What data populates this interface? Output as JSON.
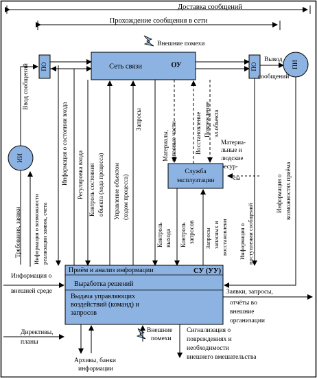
{
  "colors": {
    "block_fill": "#8db3e2",
    "line": "#000000",
    "background": "#ffffff"
  },
  "top": {
    "delivery": "Доставка сообщений",
    "passage": "Прохождение сообщения в сети",
    "noise": "Внешние помехи"
  },
  "nodes": {
    "ii_left": "ИИ",
    "ii_right": "ПИ",
    "po_left": "ПО",
    "po_right": "ПО",
    "network": "Сеть связи",
    "network_ou": "ОУ",
    "service_line1": "Служба",
    "service_line2": "эксплуатации",
    "control_header": "Приём и анализ информации",
    "control_su": "СУ (УУ)",
    "control_decisions": "Выработка решений",
    "control_actions_1": "Выдача управляющих",
    "control_actions_2": "воздействий (команд) и",
    "control_actions_3": "запросов"
  },
  "labels": {
    "input_messages": "Ввод сообщений",
    "output_1": "Вывод",
    "output_2": "сообщений",
    "info_input_state": "Информация о состоянии входа",
    "input_regulation": "Регулировка входа",
    "state_control_1": "Контроль состояния",
    "state_control_2": "объекта (хода процесса)",
    "object_control_1": "Управление объектом",
    "object_control_2": "(ходом процесса)",
    "requests": "Запросы",
    "materials_1": "Материалы,",
    "materials_2": "запасные части",
    "recovery": "Восстановление",
    "damage_1": "Повреждение",
    "damage_2": "эл.объекта",
    "resources_1": "Материа-",
    "resources_2": "льные и",
    "resources_3": "людские",
    "resources_4": "ресур-",
    "resources_5": "сы",
    "info_reception_1": "Информация о",
    "info_reception_2": "возможностях приёма",
    "demands": "Требования, заявки",
    "possibility_1": "Информация о возможности",
    "possibility_2": "реализации заявок, счета",
    "output_control_1": "Контроль",
    "output_control_2": "выхода",
    "requests_control_1": "Контроль",
    "requests_control_2": "запросов",
    "repair_requests_1": "Запросы",
    "repair_requests_2": "запасных и",
    "repair_requests_3": "восстановлени",
    "receipt_info_1": "Информация о",
    "receipt_info_2": "поступлении сообщений",
    "env_info_1": "Информация о",
    "env_info_2": "внешней среде",
    "directives_1": "Директивы,",
    "directives_2": "планы",
    "archives_1": "Архивы, банки",
    "archives_2": "информации",
    "noise_bottom_1": "Внешние",
    "noise_bottom_2": "помехи",
    "signal_1": "Сигнализация о",
    "signal_2": "повреждениях и",
    "signal_3": "необходимости",
    "signal_4": "внешнего вмешательства",
    "orders_1": "Заявки, запросы,",
    "orders_2": "отчёты во",
    "orders_3": "внешние",
    "orders_4": "организации"
  }
}
